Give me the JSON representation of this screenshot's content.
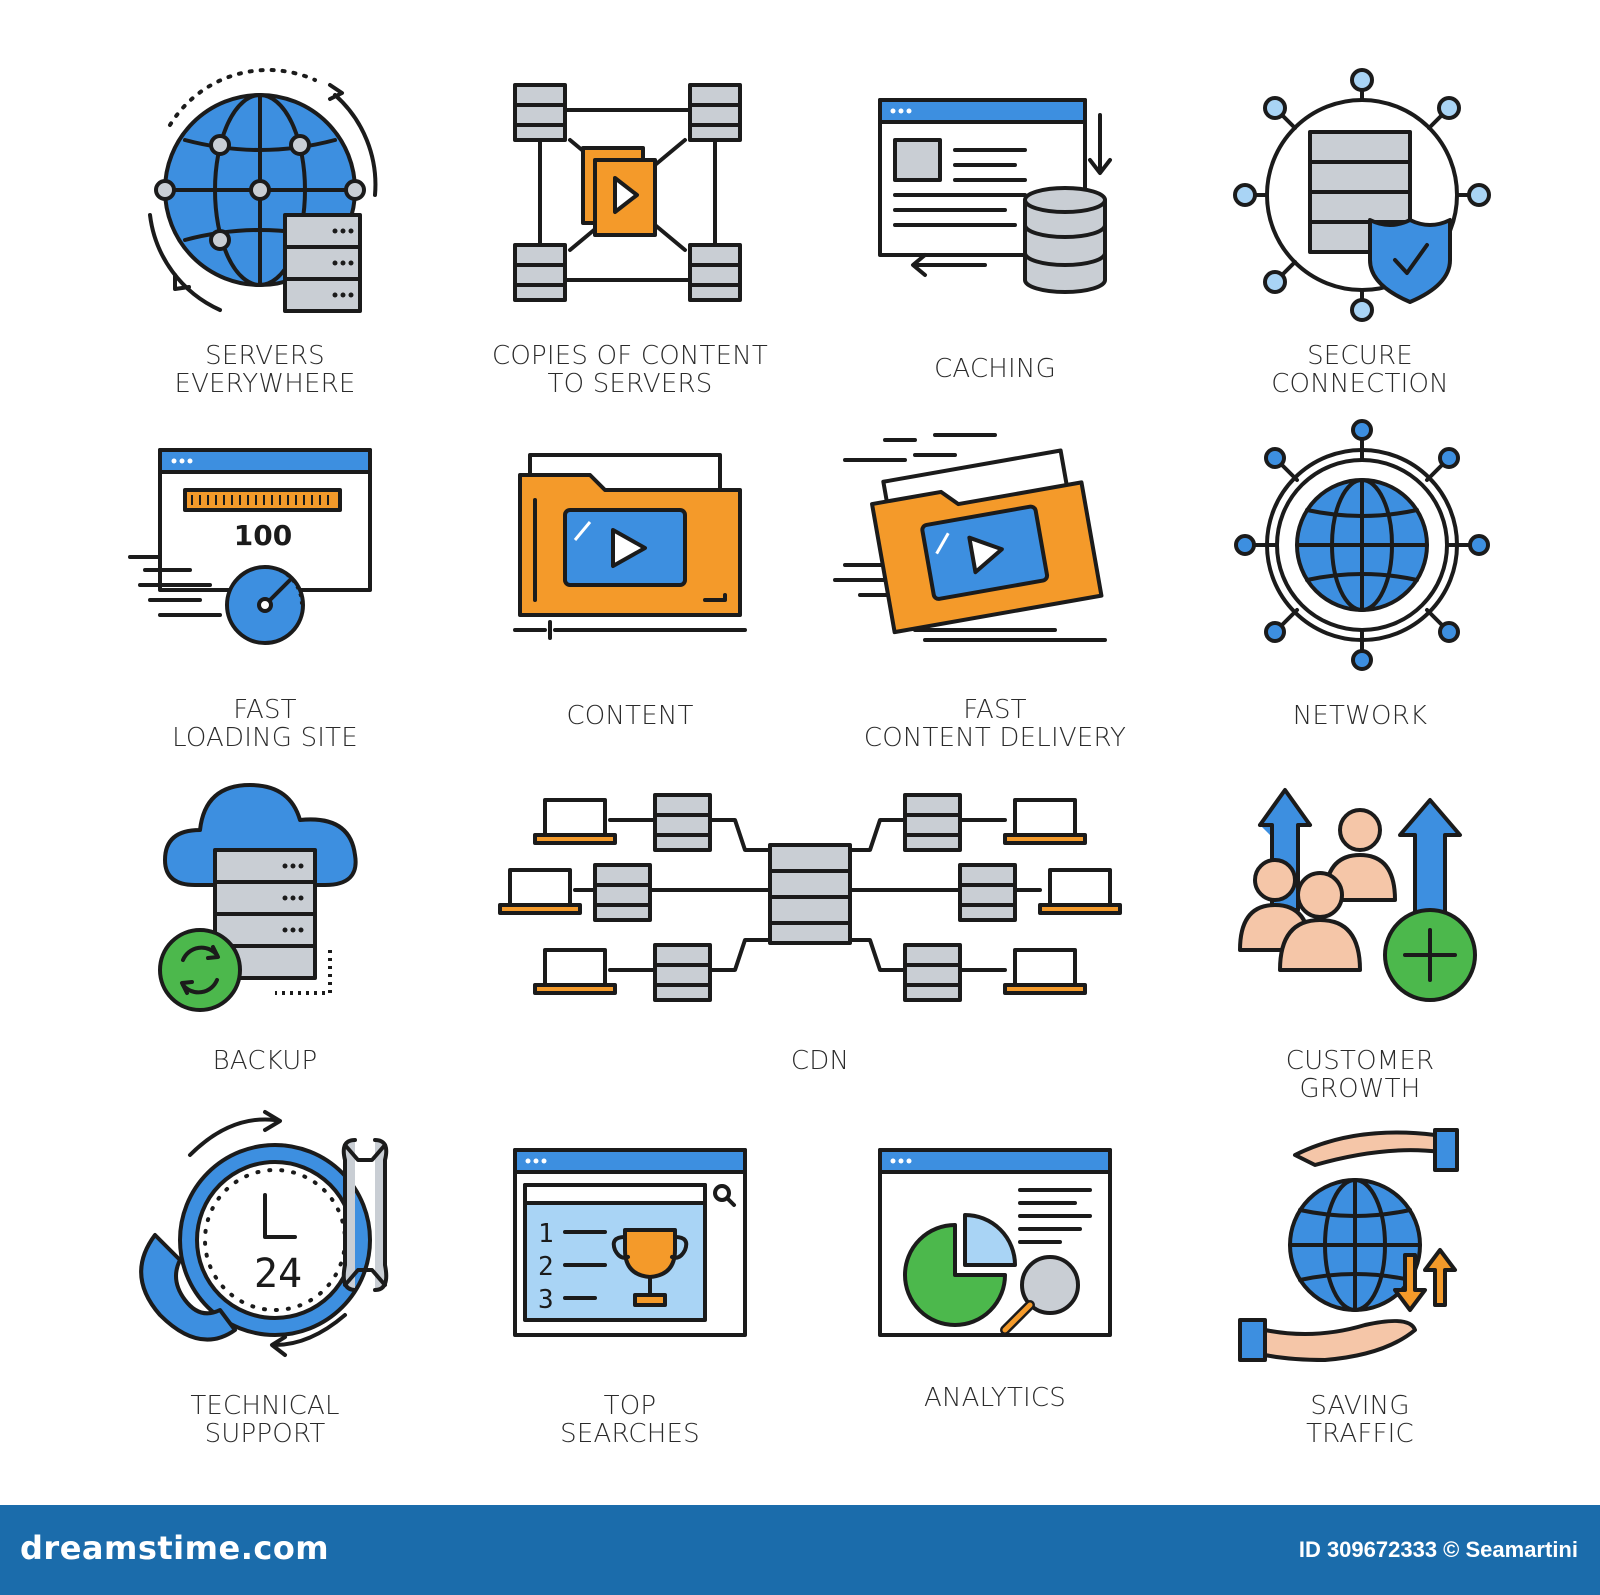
{
  "icons": [
    {
      "label_lines": [
        "SERVERS",
        "EVERYWHERE"
      ]
    },
    {
      "label_lines": [
        "COPIES OF CONTENT",
        "TO SERVERS"
      ]
    },
    {
      "label_lines": [
        "CACHING"
      ]
    },
    {
      "label_lines": [
        "SECURE",
        "CONNECTION"
      ]
    },
    {
      "label_lines": [
        "FAST",
        "LOADING SITE"
      ],
      "speed_value": "100"
    },
    {
      "label_lines": [
        "CONTENT"
      ]
    },
    {
      "label_lines": [
        "FAST",
        "CONTENT DELIVERY"
      ]
    },
    {
      "label_lines": [
        "NETWORK"
      ]
    },
    {
      "label_lines": [
        "BACKUP"
      ]
    },
    {
      "label_lines": [
        "CDN"
      ]
    },
    {
      "label_lines": [
        "CUSTOMER",
        "GROWTH"
      ]
    },
    {
      "label_lines": [
        "TECHNICAL",
        "SUPPORT"
      ],
      "clock_text": "24"
    },
    {
      "label_lines": [
        "TOP",
        "SEARCHES"
      ],
      "rank_numbers": [
        "1",
        "2",
        "3"
      ]
    },
    {
      "label_lines": [
        "ANALYTICS"
      ]
    },
    {
      "label_lines": [
        "SAVING",
        "TRAFFIC"
      ]
    }
  ],
  "footer": {
    "brand": "dreamstime.com",
    "credit": "ID 309672333 © Seamartini"
  },
  "colors": {
    "blue": "#3d8fe0",
    "light_blue": "#a9d4f5",
    "orange": "#f49a2a",
    "gray": "#c9ced4",
    "green": "#4cb84c",
    "skin": "#f5c6a8",
    "dark_line": "#1b1b1b",
    "footer_bg": "#1b6cab"
  }
}
